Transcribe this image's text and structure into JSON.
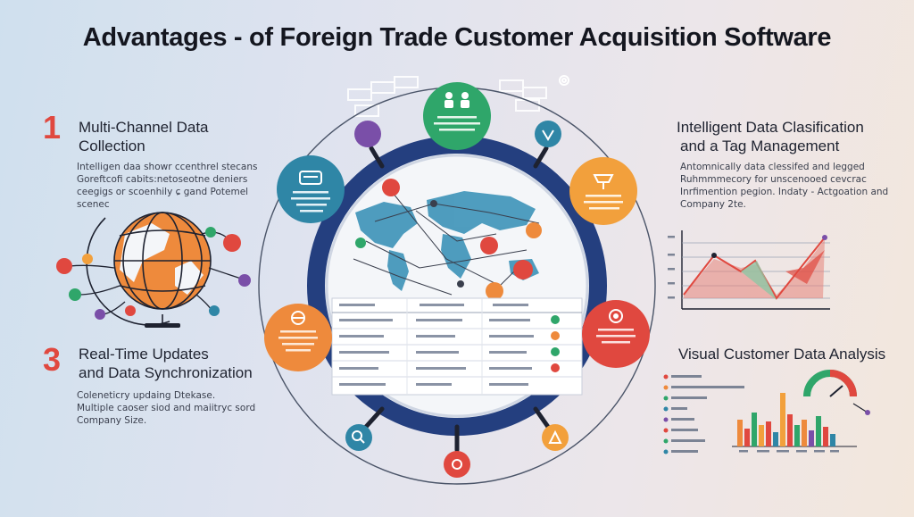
{
  "title": "Advantages - of Foreign Trade Customer Acquisition Software",
  "sections": {
    "s1": {
      "number": "1",
      "title_line1": "Multi-Channel Data",
      "title_line2": "Collection",
      "body": [
        "Intelligen daa showr ccenthrel stecans",
        "Goreftcofi cabits:netoseotne deniers",
        "ceegigs  or scoenhily ɕ gand Potemel",
        "scenec"
      ]
    },
    "s2": {
      "title_line1": "Intelligent Data Clasification",
      "title_line2": "and a Tag Management",
      "body": [
        "Antomnically data clessifed and legged",
        "Ruhmmmecory for unscenooed cevcrac",
        "Inrfimention pegion. Indaty - Actgoation and",
        "Company 2te."
      ]
    },
    "s3": {
      "number": "3",
      "title_line1": "Real-Time Updates",
      "title_line2": "and Data Synchronization",
      "body": [
        "Coleneticry updaing Dtekase.",
        "Multiple caoser siod and maiitryc sord",
        "Company Size."
      ]
    },
    "s4": {
      "title": "Visual Customer Data Analysis"
    }
  },
  "colors": {
    "green": "#2fa66a",
    "teal": "#2f86a6",
    "orange": "#ee8a3c",
    "orange_alt": "#f2a03c",
    "red": "#e0483f",
    "purple": "#7a4fa8",
    "navy": "#1f3e7e",
    "title_red": "#e0483f"
  },
  "icons": {
    "globe": "globe-icon",
    "people": "people-icon",
    "tag": "tag-icon",
    "search": "search-icon",
    "chart": "chart-icon",
    "gear": "gear-icon",
    "database": "database-icon",
    "alert": "alert-icon"
  }
}
